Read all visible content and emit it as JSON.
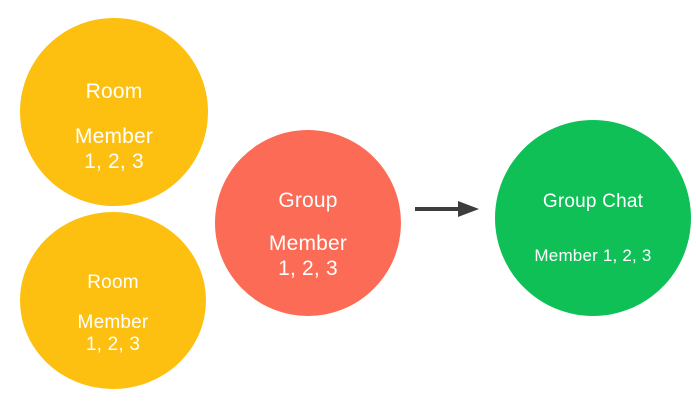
{
  "diagram": {
    "background_color": "#ffffff",
    "nodes": [
      {
        "id": "room-a",
        "title": "Room",
        "members": "Member\n1, 2, 3",
        "color": "#FDC010"
      },
      {
        "id": "room-b",
        "title": "Room",
        "members": "Member\n1, 2, 3",
        "color": "#FDC010"
      },
      {
        "id": "group",
        "title": "Group",
        "members": "Member\n1, 2, 3",
        "color": "#FB6B55"
      },
      {
        "id": "group-chat",
        "title": "Group Chat",
        "members": "Member 1, 2, 3",
        "color": "#0FC057"
      }
    ],
    "connector": {
      "name": "arrow-right-icon",
      "color": "#3D3D3D",
      "direction": "right"
    }
  }
}
